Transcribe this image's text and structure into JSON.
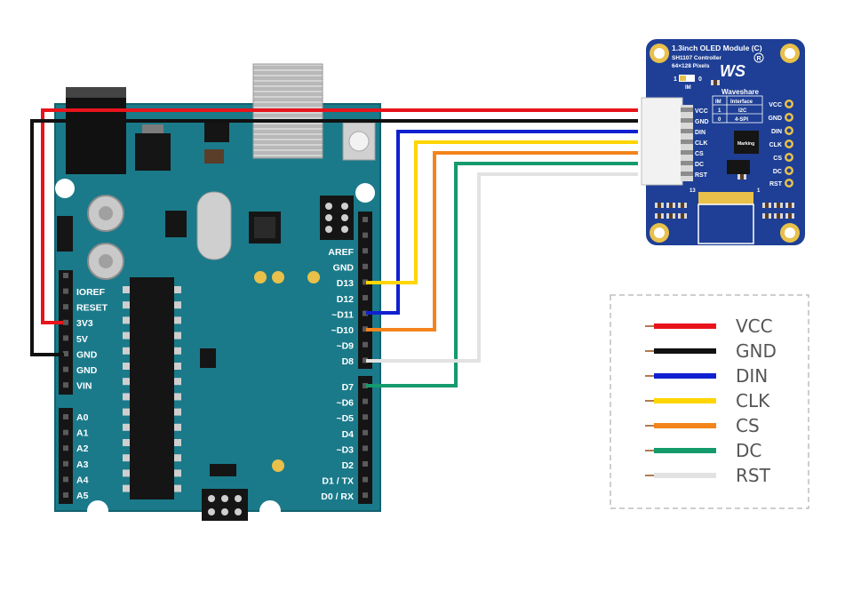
{
  "module": {
    "title": "1.3inch OLED Module (C)",
    "controller": "SH1107 Controller",
    "pixels": "64×128 Pixels",
    "brand": "Waveshare",
    "trademark": "R",
    "logo_text": "WS",
    "im_label": "IM",
    "im_one": "1",
    "im_zero": "0",
    "table": {
      "headers": [
        "IM",
        "Interface"
      ],
      "rows": [
        [
          "1",
          "I2C"
        ],
        [
          "0",
          "4-SPI"
        ]
      ]
    },
    "chip_label": "Marking",
    "pins": [
      "VCC",
      "GND",
      "DIN",
      "CLK",
      "CS",
      "DC",
      "RST"
    ],
    "fpc_left_num": "13",
    "fpc_right_num": "1"
  },
  "arduino": {
    "left_header": [
      "IOREF",
      "RESET",
      "3V3",
      "5V",
      "GND",
      "GND",
      "VIN"
    ],
    "analog": [
      "A0",
      "A1",
      "A2",
      "A3",
      "A4",
      "A5"
    ],
    "right_header_top": [
      "AREF",
      "GND",
      "D13",
      "D12",
      "~D11",
      "~D10",
      "~D9",
      "D8"
    ],
    "right_header_bottom": [
      "D7",
      "~D6",
      "~D5",
      "D4",
      "~D3",
      "D2",
      "D1 / TX",
      "D0 / RX"
    ]
  },
  "wires": [
    {
      "name": "VCC",
      "color": "#e8141b"
    },
    {
      "name": "GND",
      "color": "#111111"
    },
    {
      "name": "DIN",
      "color": "#1020d0"
    },
    {
      "name": "CLK",
      "color": "#ffd500"
    },
    {
      "name": "CS",
      "color": "#f3841b"
    },
    {
      "name": "DC",
      "color": "#159a6c"
    },
    {
      "name": "RST",
      "color": "#e2e2e2"
    }
  ],
  "legend": [
    {
      "label": "VCC",
      "color": "#e8141b"
    },
    {
      "label": "GND",
      "color": "#111111"
    },
    {
      "label": "DIN",
      "color": "#1020d0"
    },
    {
      "label": "CLK",
      "color": "#ffd500"
    },
    {
      "label": "CS",
      "color": "#f3841b"
    },
    {
      "label": "DC",
      "color": "#159a6c"
    },
    {
      "label": "RST",
      "color": "#e2e2e2"
    }
  ],
  "colors": {
    "board": "#1a7a8a",
    "board_edge": "#13626f",
    "module": "#1e3f95",
    "gold": "#e8c04a",
    "legend_border": "#bdbdbd"
  }
}
